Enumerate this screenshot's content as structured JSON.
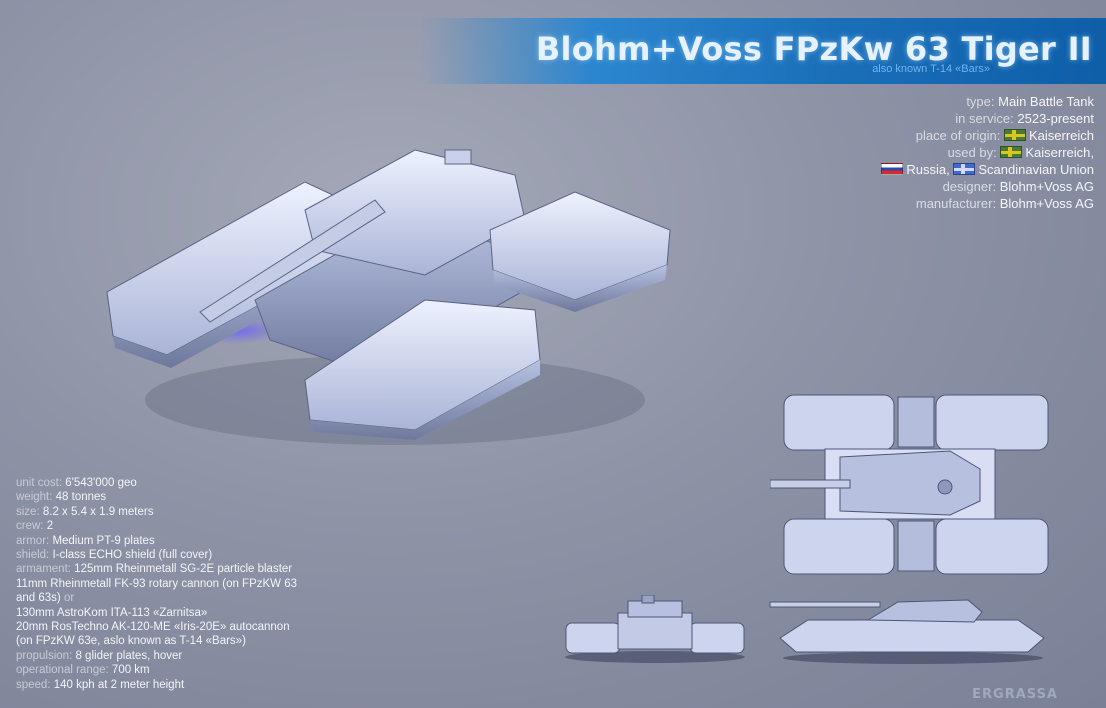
{
  "header": {
    "title": "Blohm+Voss FPzKw 63 Tiger II",
    "aka": "also known T-14 «Bars»"
  },
  "specs": {
    "type": {
      "k": "type:",
      "v": "Main Battle Tank"
    },
    "in_service": {
      "k": "in service:",
      "v": "2523-present"
    },
    "place_of_origin": {
      "k": "place of origin:",
      "v": "Kaiserreich"
    },
    "used_by": {
      "k": "used by:",
      "v1": "Kaiserreich,",
      "v2": "Russia,",
      "v3": "Scandinavian Union"
    },
    "designer": {
      "k": "designer:",
      "v": "Blohm+Voss AG"
    },
    "manufacturer": {
      "k": "manufacturer:",
      "v": "Blohm+Voss AG"
    }
  },
  "details": {
    "unit_cost": {
      "k": "unit cost:",
      "v": "6'543'000 geo"
    },
    "weight": {
      "k": "weight:",
      "v": "48 tonnes"
    },
    "size": {
      "k": "size:",
      "v": "8.2 x 5.4 x 1.9 meters"
    },
    "crew": {
      "k": "crew:",
      "v": "2"
    },
    "armor": {
      "k": "armor:",
      "v": "Medium PT-9 plates"
    },
    "shield": {
      "k": "shield:",
      "v": "I-class ECHO shield (full cover)"
    },
    "armament": {
      "k": "armament:",
      "l1": "125mm Rheinmetall SG-2E particle blaster",
      "l2": "11mm Rheinmetall FK-93 rotary cannon (on FPzKW 63",
      "l3": "and 63s)",
      "or": "or",
      "l4": "130mm AstroKom ITA-113 «Zarnitsa»",
      "l5": "20mm RosTechno AK-120-ME «Iris-20E» autocannon",
      "l6": "(on FPzKW 63e, aslo known as T-14 «Bars»)"
    },
    "propulsion": {
      "k": "propulsion:",
      "v": "8 glider plates, hover"
    },
    "operational_range": {
      "k": "operational range:",
      "v": "700 km"
    },
    "speed": {
      "k": "speed:",
      "v": "140 kph at 2 meter height"
    }
  },
  "watermark": "ERGRASSA",
  "colors": {
    "banner": "#1b6fb9",
    "hull": "#d4dbf0",
    "hull_shade": "#8d97b8",
    "glow": "#6a5cff"
  }
}
